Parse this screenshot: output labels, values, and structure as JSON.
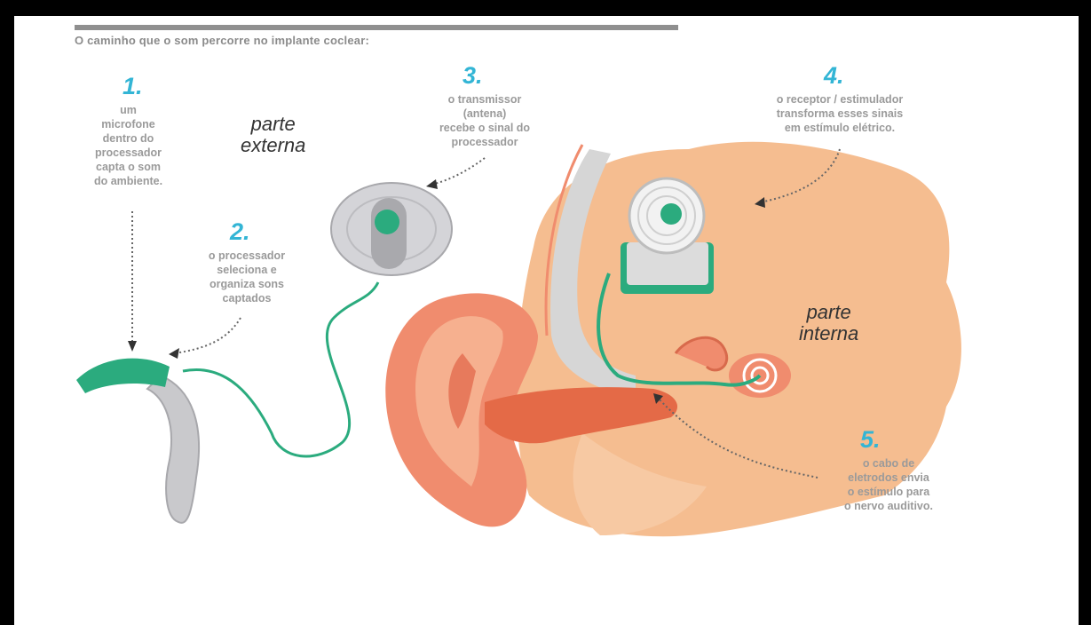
{
  "title": "O caminho que o som percorre no  implante coclear:",
  "parts": {
    "external": "parte\nexterna",
    "internal": "parte\ninterna"
  },
  "steps": [
    {
      "number": "1.",
      "text": "um\nmicrofone\ndentro do\nprocessador\ncapta o som\ndo ambiente."
    },
    {
      "number": "2.",
      "text": "o processador\nseleciona e\norganiza sons\ncaptados"
    },
    {
      "number": "3.",
      "text": "o transmissor\n(antena)\nrecebe o sinal do\nprocessador"
    },
    {
      "number": "4.",
      "text": "o receptor / estimulador\ntransforma esses sinais\nem estímulo elétrico."
    },
    {
      "number": "5.",
      "text": "o cabo de\neletrodos envia\no estímulo para\no nervo auditivo."
    }
  ],
  "colors": {
    "accent_teal": "#33b5d5",
    "device_green": "#2bab7e",
    "skin_orange": "#f4b98a",
    "ear_salmon": "#f08c6e",
    "device_gray": "#c9c9cc",
    "text_gray": "#9a9a9a"
  }
}
